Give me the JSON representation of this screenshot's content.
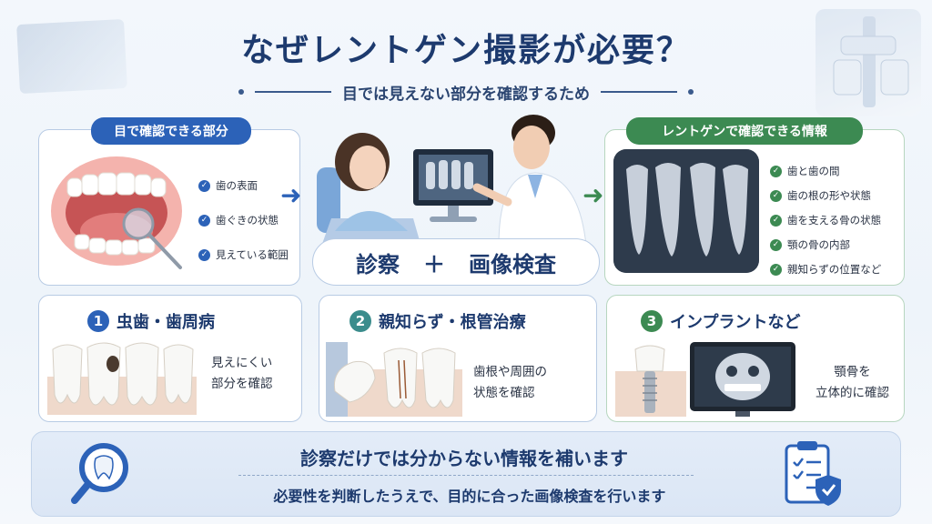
{
  "title": "なぜレントゲン撮影が必要？",
  "subtitle": "目では見えない部分を確認するため",
  "left_panel": {
    "label": "目で確認できる部分",
    "items": [
      "歯の表面",
      "歯ぐきの状態",
      "見えている範囲"
    ]
  },
  "center": {
    "exam_left": "診察",
    "exam_plus": "＋",
    "exam_right": "画像検査"
  },
  "right_panel": {
    "label": "レントゲンで確認できる情報",
    "items": [
      "歯と歯の間",
      "歯の根の形や状態",
      "歯を支える骨の状態",
      "顎の骨の内部",
      "親知らずの位置など"
    ]
  },
  "cards": [
    {
      "number": "1",
      "title": "虫歯・歯周病",
      "desc_line1": "見えにくい",
      "desc_line2": "部分を確認"
    },
    {
      "number": "2",
      "title": "親知らず・根管治療",
      "desc_line1": "歯根や周囲の",
      "desc_line2": "状態を確認"
    },
    {
      "number": "3",
      "title": "インプラントなど",
      "desc_line1": "顎骨を",
      "desc_line2": "立体的に確認"
    }
  ],
  "banner": {
    "main": "診察だけでは分からない情報を補います",
    "sub": "必要性を判断したうえで、目的に合った画像検査を行います"
  },
  "colors": {
    "navy": "#1d3a6e",
    "accent_blue": "#2c62b8",
    "accent_green": "#3c8a52",
    "accent_teal": "#3a8c8c"
  }
}
